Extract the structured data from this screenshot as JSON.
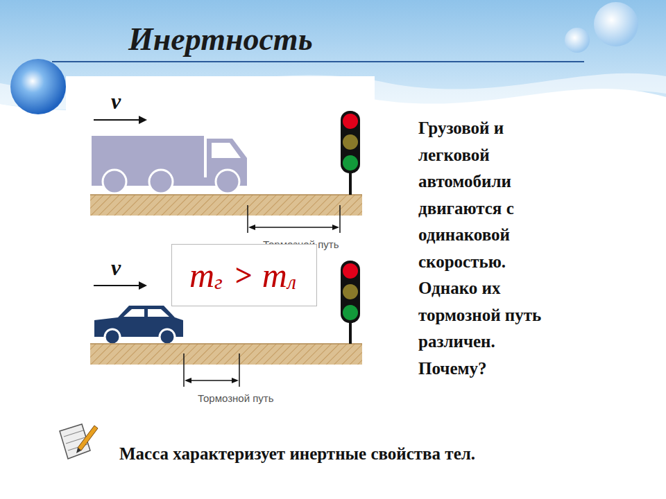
{
  "diagram": {
    "title": "Инертность",
    "nodes": [
      {
        "text": [
          "m",
          "г",
          ">",
          "m",
          "л"
        ]
      }
    ],
    "labels": [
      "v",
      "Тормозной путь",
      "v",
      "Тормозной путь",
      "Грузовой и легковой автомобили двигаются с одинаковой скоростью. Однако их тормозной путь различен. Почему?",
      "Масса характеризует инертные свойства тел."
    ]
  }
}
